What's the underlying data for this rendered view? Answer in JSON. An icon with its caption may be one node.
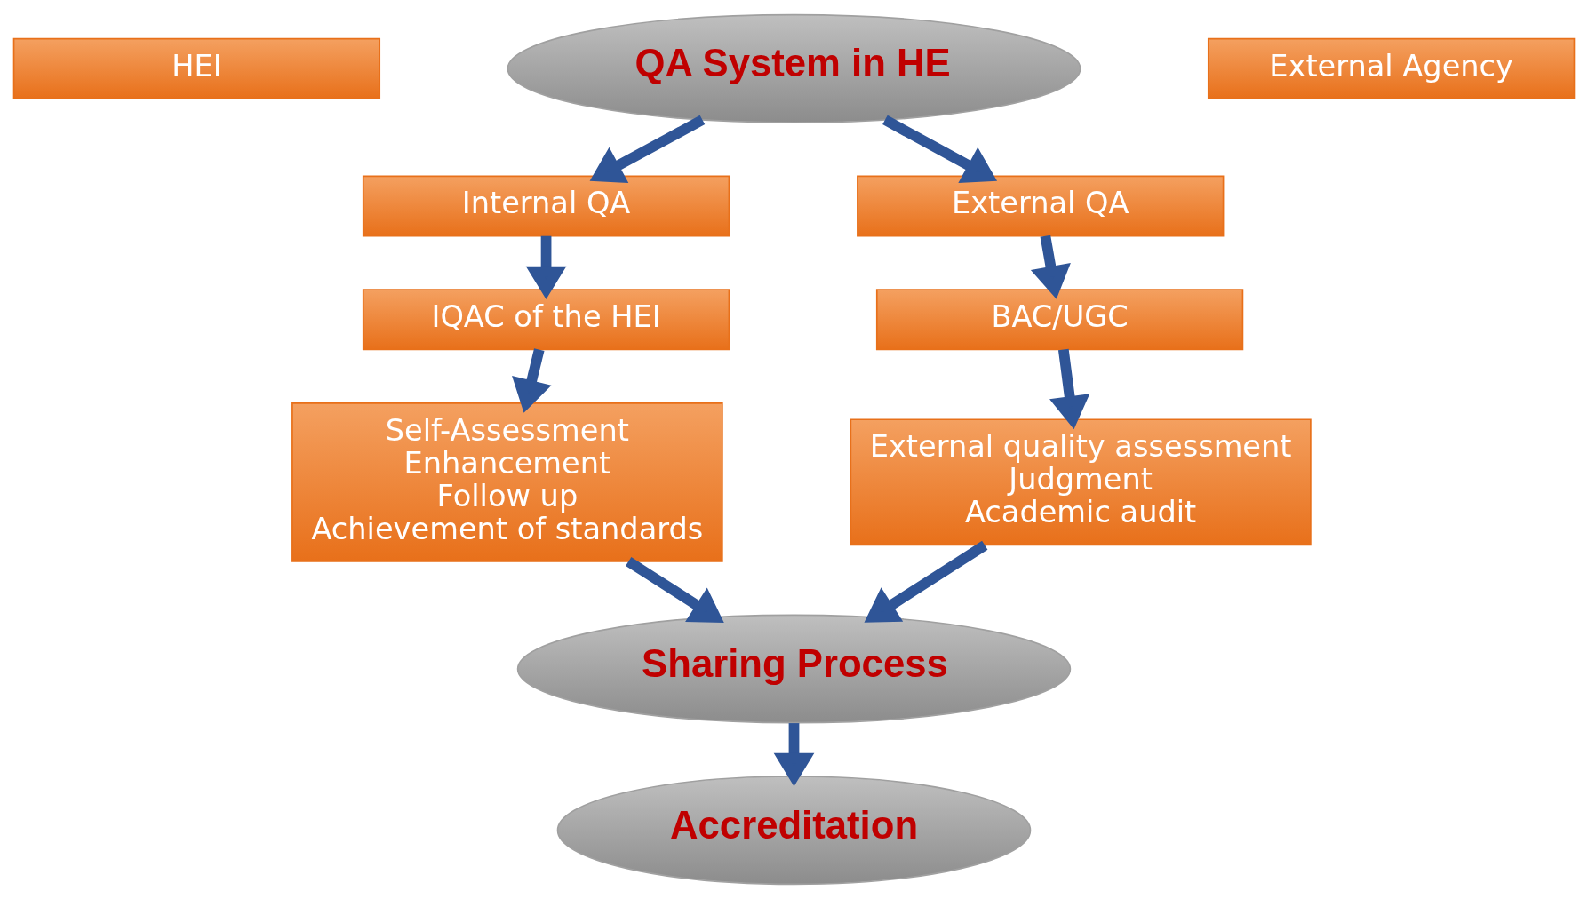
{
  "diagram": {
    "nodes": [
      {
        "text": [
          "HEI"
        ]
      },
      {
        "text": [
          "QA System in HE"
        ]
      },
      {
        "text": [
          "External Agency"
        ]
      },
      {
        "text": [
          "Internal QA"
        ]
      },
      {
        "text": [
          "External QA"
        ]
      },
      {
        "text": [
          "IQAC of the HEI"
        ]
      },
      {
        "text": [
          "BAC/UGC"
        ]
      },
      {
        "text": [
          "Self-Assessment",
          "Enhancement",
          "Follow up",
          "Achievement of standards"
        ]
      },
      {
        "text": [
          "External quality assessment",
          "Judgment",
          "Academic audit"
        ]
      },
      {
        "text": [
          "Sharing Process"
        ]
      },
      {
        "text": [
          "Accreditation"
        ]
      }
    ],
    "edges": [
      {
        "from": 1,
        "to": 3,
        "arrow": "to"
      },
      {
        "from": 1,
        "to": 4,
        "arrow": "to"
      },
      {
        "from": 3,
        "to": 5,
        "arrow": "to"
      },
      {
        "from": 5,
        "to": 7,
        "arrow": "to"
      },
      {
        "from": 4,
        "to": 6,
        "arrow": "to"
      },
      {
        "from": 6,
        "to": 8,
        "arrow": "to"
      },
      {
        "from": 7,
        "to": 9,
        "arrow": "to"
      },
      {
        "from": 8,
        "to": 9,
        "arrow": "to"
      },
      {
        "from": 9,
        "to": 10,
        "arrow": "to"
      }
    ]
  }
}
